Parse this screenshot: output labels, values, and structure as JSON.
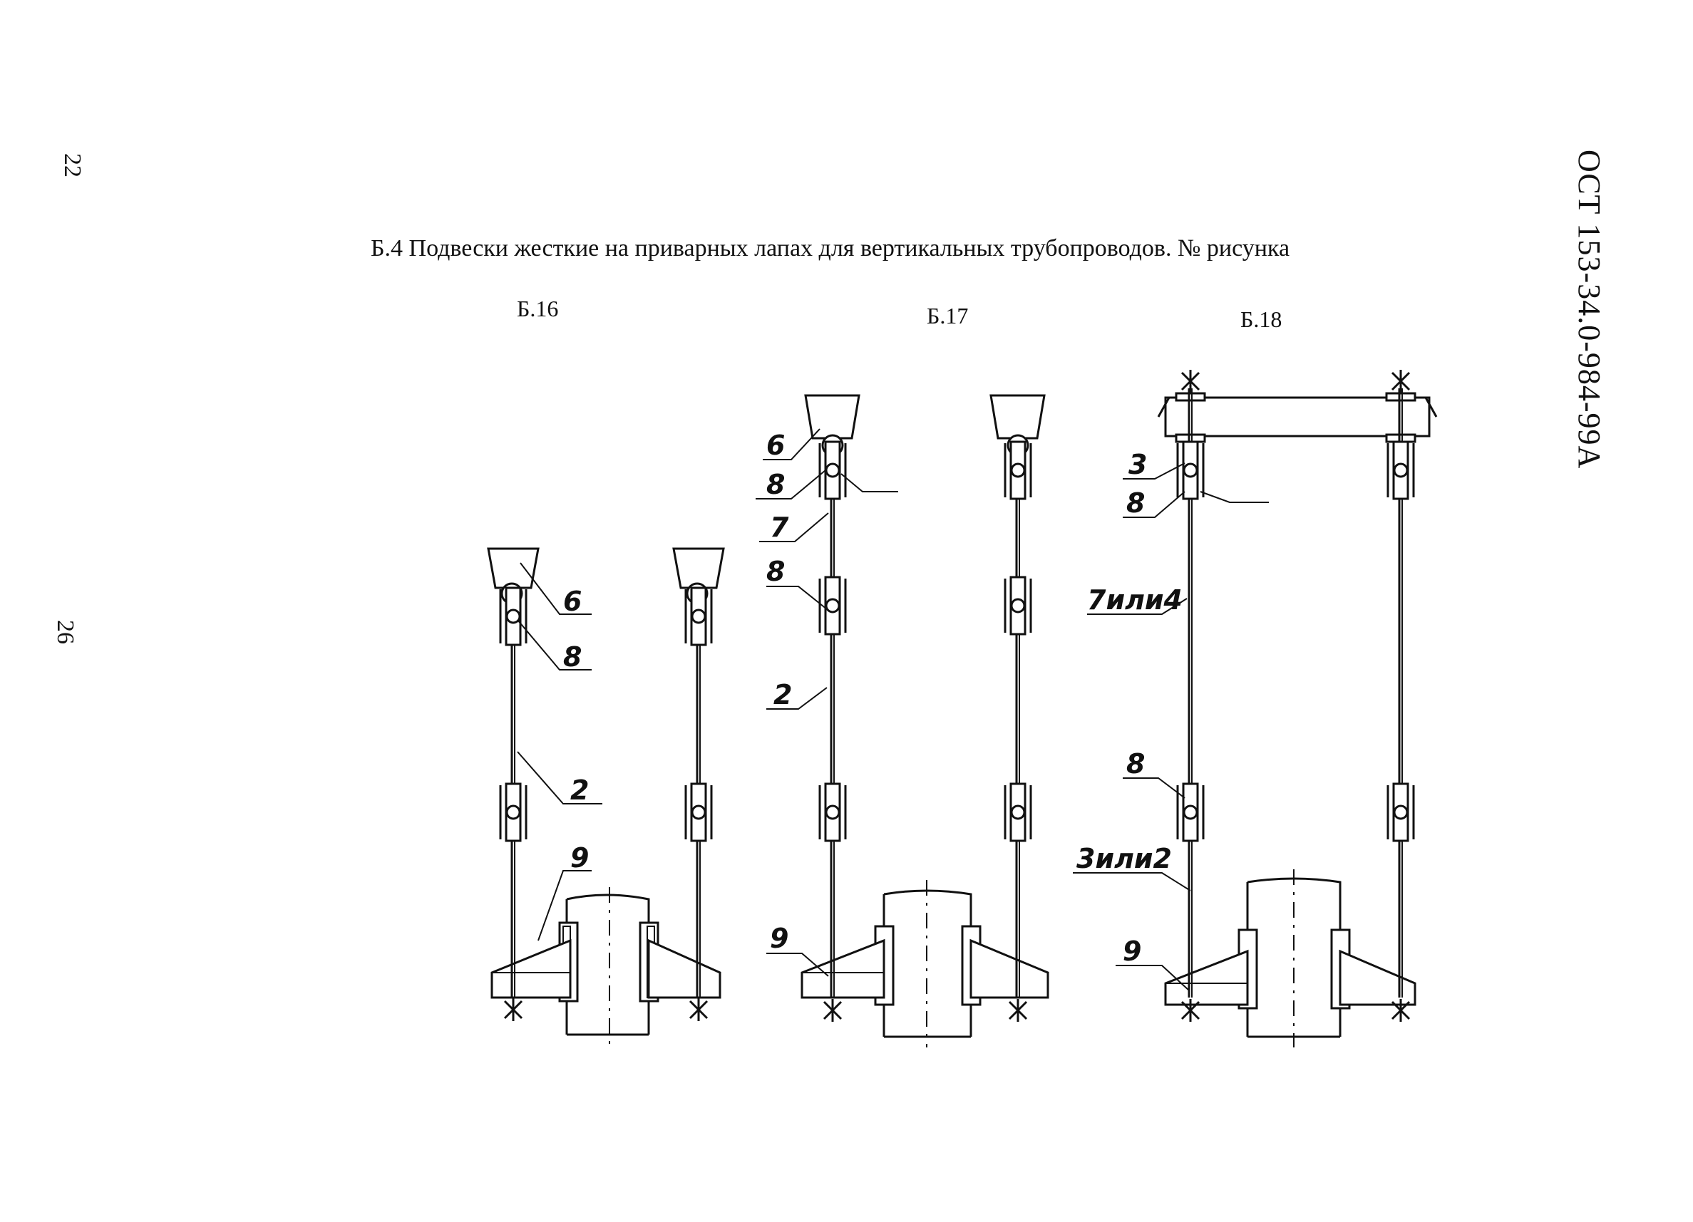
{
  "page": {
    "page_number_top": "22",
    "page_number_middle": "26",
    "document_code": "ОСТ 153-34.0-984-99А",
    "heading": "Б.4 Подвески жесткие на приварных лапах для вертикальных трубопроводов. № рисунка"
  },
  "figures": [
    {
      "label": "Б.16",
      "callouts": [
        "6",
        "8",
        "2",
        "9"
      ]
    },
    {
      "label": "Б.17",
      "callouts": [
        "6",
        "8",
        "7",
        "8",
        "2",
        "9"
      ]
    },
    {
      "label": "Б.18",
      "callouts": [
        "3",
        "8",
        "7или4",
        "8",
        "3или2",
        "9"
      ]
    }
  ]
}
